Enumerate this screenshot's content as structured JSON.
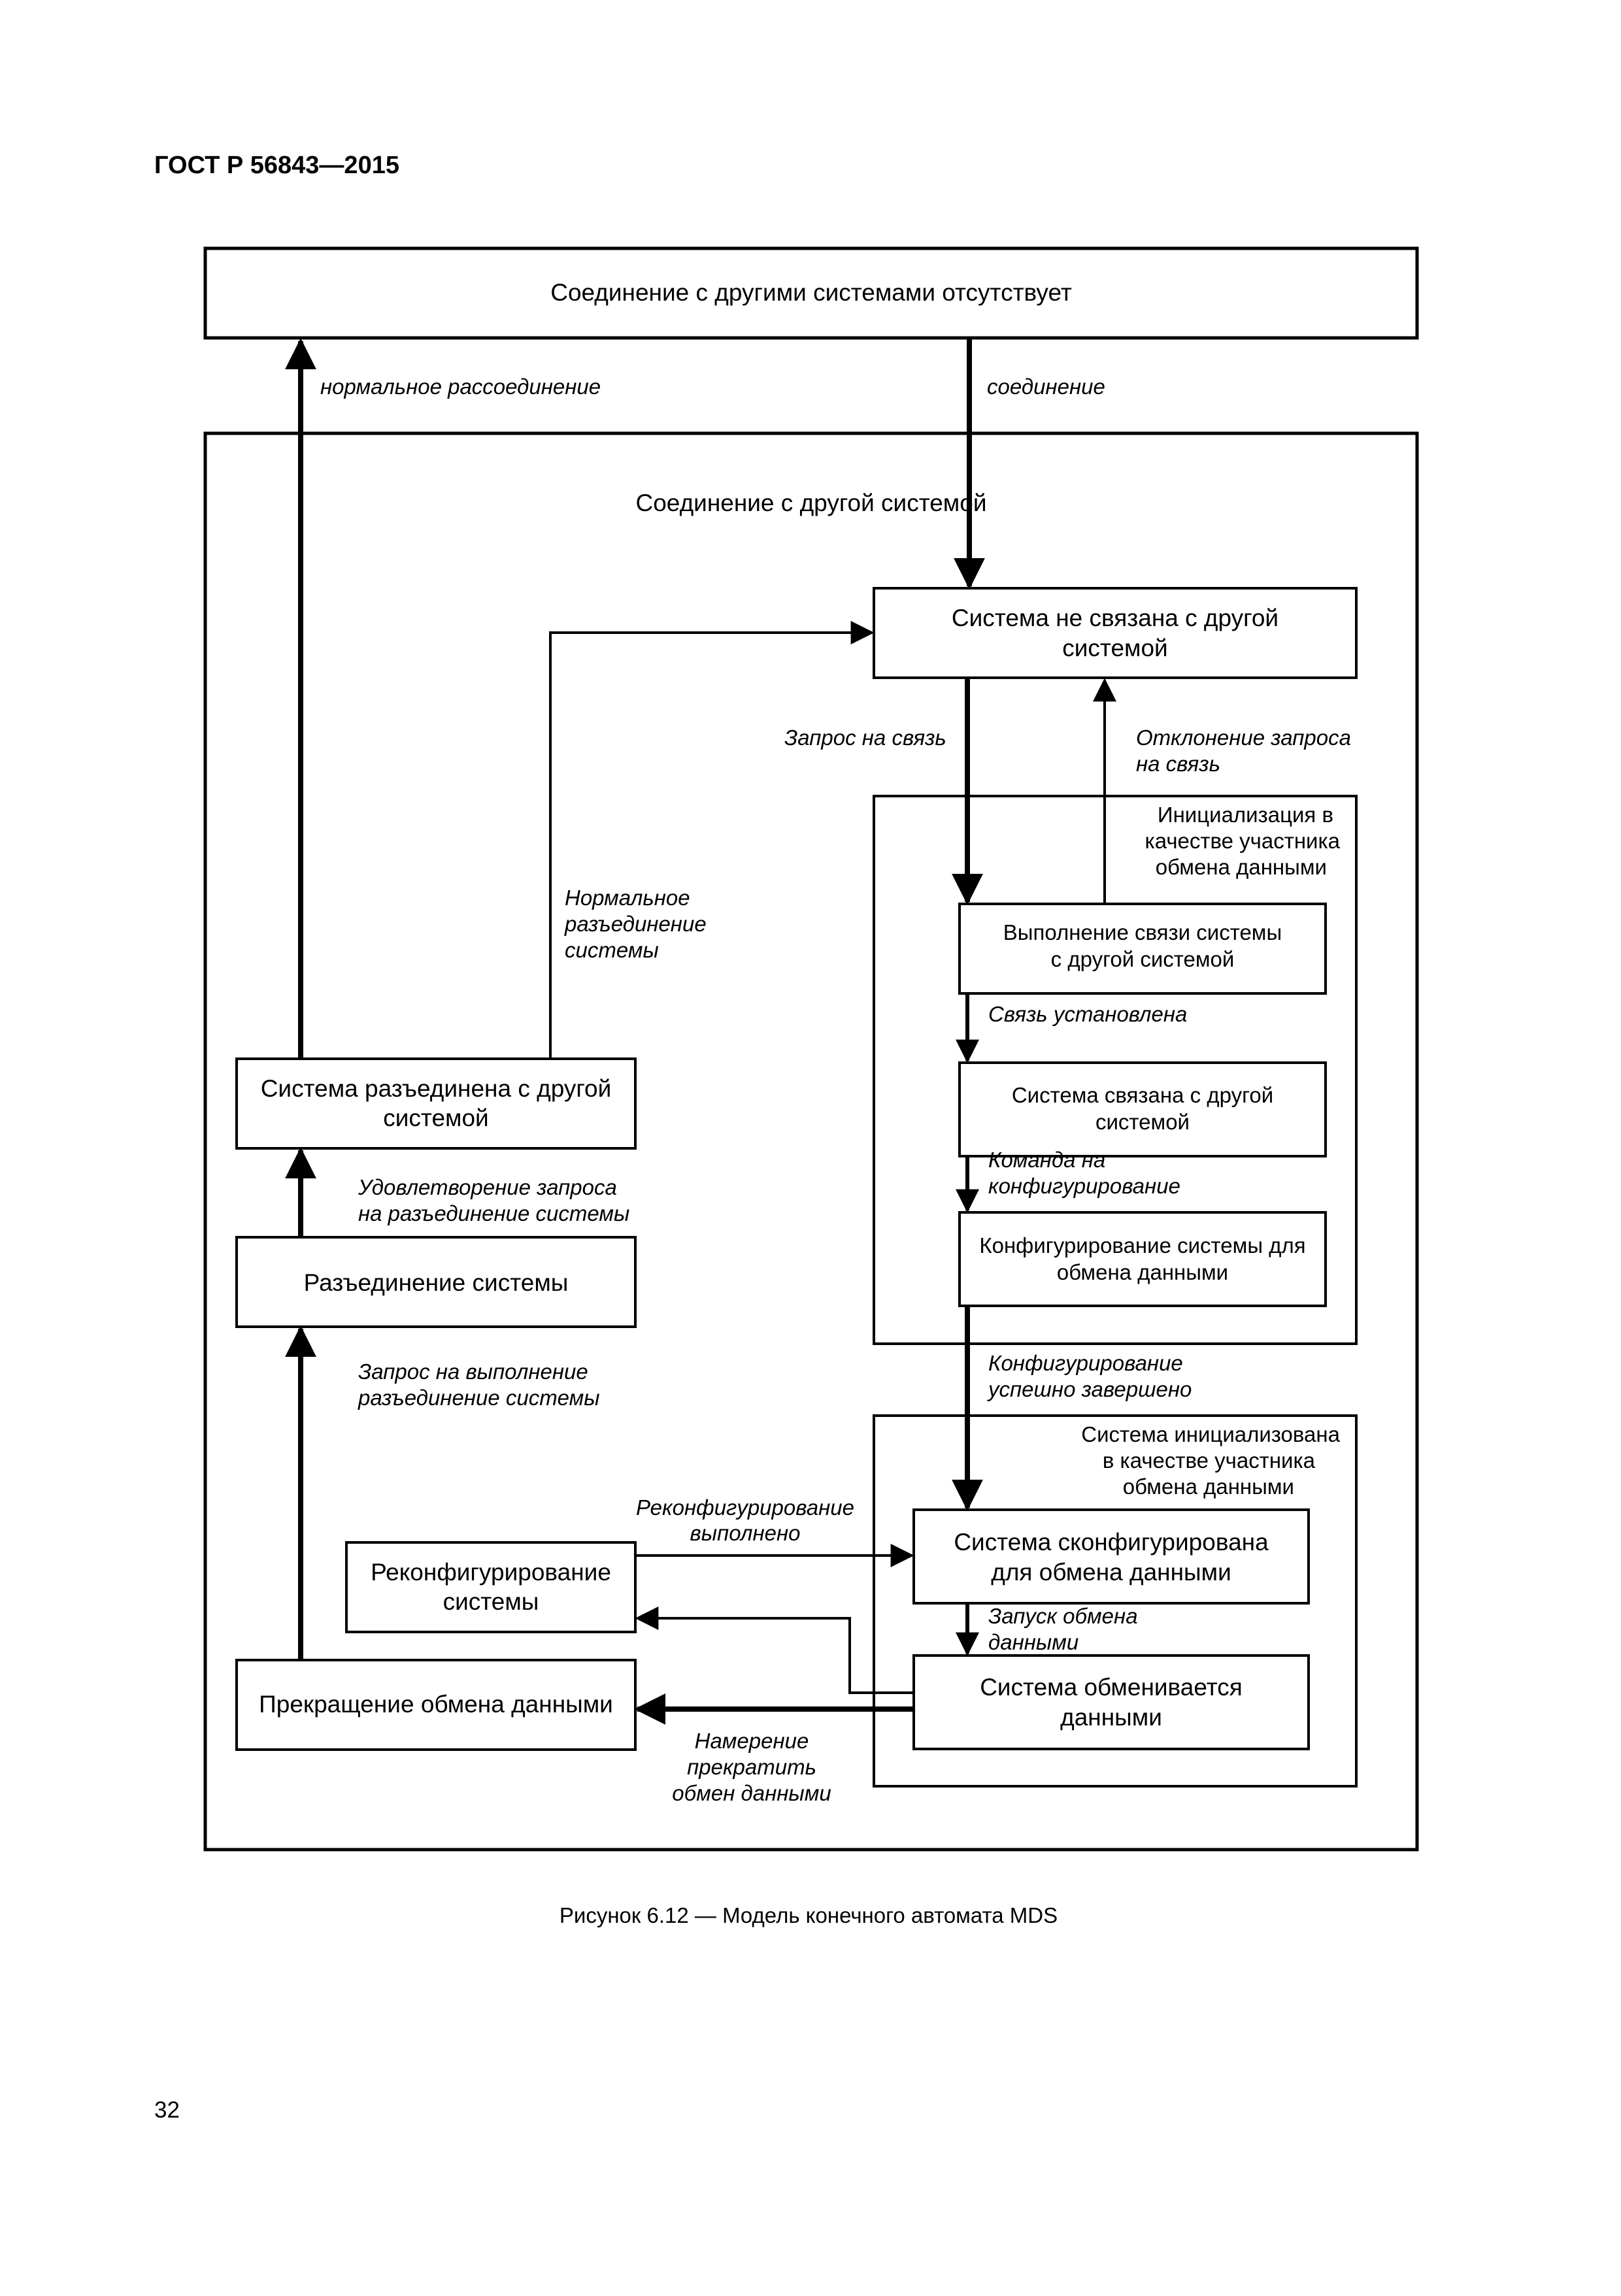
{
  "header": {
    "doc_id": "ГОСТ Р 56843—2015"
  },
  "states": {
    "no_connection": "Соединение с другими системами отсутствует",
    "not_associated": [
      "Система не связана с другой",
      "системой"
    ],
    "performing_association": [
      "Выполнение связи системы",
      "с другой системой"
    ],
    "associated": [
      "Система связана с другой",
      "системой"
    ],
    "configuring": [
      "Конфигурирование системы для",
      "обмена данными"
    ],
    "configured": [
      "Система сконфигурирована",
      "для обмена данными"
    ],
    "exchanging": [
      "Система обменивается",
      "данными"
    ],
    "disassociated": [
      "Система разъединена с другой",
      "системой"
    ],
    "disassociating": "Разъединение системы",
    "reconfiguring": [
      "Реконфигурирование",
      "системы"
    ],
    "stop_exchange": "Прекращение обмена данными"
  },
  "groups": {
    "connected": "Соединение с другой системой",
    "init_participant": [
      "Инициализация в",
      "качестве участника",
      "обмена данными"
    ],
    "initialized_participant": [
      "Система инициализована",
      "в качестве участника",
      "обмена данными"
    ]
  },
  "transitions": {
    "normal_disconnect": "нормальное рассоединение",
    "connect": "соединение",
    "assoc_request": "Запрос на связь",
    "assoc_reject": [
      "Отклонение запроса",
      "на связь"
    ],
    "normal_disassoc": [
      "Нормальное",
      "разъединение",
      "системы"
    ],
    "assoc_established": "Связь установлена",
    "config_command": [
      "Команда на",
      "конфигурирование"
    ],
    "config_done": [
      "Конфигурирование",
      "успешно завершено"
    ],
    "disassoc_granted": [
      "Удовлетворение запроса",
      "на разъединение системы"
    ],
    "disassoc_request": [
      "Запрос на выполнение",
      "разъединение системы"
    ],
    "reconfig_done": [
      "Реконфигурирование",
      "выполнено"
    ],
    "exchange_start": [
      "Запуск обмена",
      "данными"
    ],
    "stop_intent": [
      "Намерение",
      "прекратить",
      "обмен данными"
    ]
  },
  "caption": "Рисунок 6.12 — Модель конечного автомата MDS",
  "page_number": "32"
}
